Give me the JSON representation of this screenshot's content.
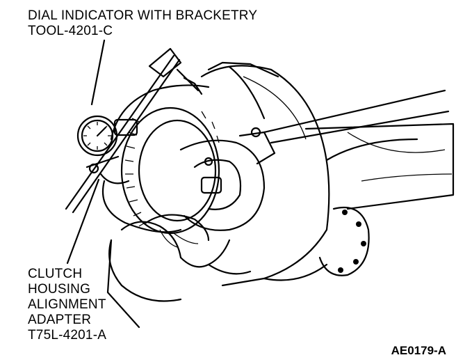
{
  "callouts": {
    "dial_indicator": [
      "DIAL INDICATOR WITH BRACKETRY",
      "TOOL-4201-C"
    ],
    "clutch_adapter": [
      "CLUTCH",
      "HOUSING",
      "ALIGNMENT",
      "ADAPTER",
      "T75L-4201-A"
    ]
  },
  "figure_ref": "AE0179-A"
}
